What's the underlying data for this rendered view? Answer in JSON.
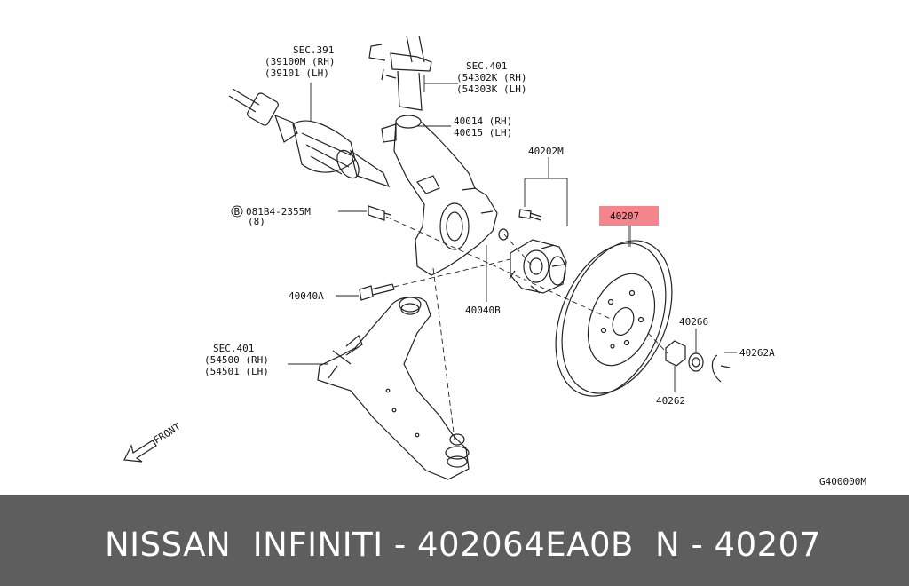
{
  "diagram": {
    "labels": {
      "sec391_title": "SEC.391",
      "sec391_rh": "(39100M (RH)",
      "sec391_lh": "(39101  (LH)",
      "sec401a_title": "SEC.401",
      "sec401a_rh": "(54302K (RH)",
      "sec401a_lh": "(54303K (LH)",
      "p40014": "40014 (RH)",
      "p40015": "40015 (LH)",
      "p40202m": "40202M",
      "bolt_code": "081B4-2355M",
      "bolt_qty": "(8)",
      "bolt_mark": "B",
      "p40207": "40207",
      "p40040a": "40040A",
      "p40040b": "40040B",
      "p40266": "40266",
      "p40262a": "40262A",
      "p40262": "40262",
      "sec401b_title": "SEC.401",
      "sec401b_rh": "(54500 (RH)",
      "sec401b_lh": "(54501 (LH)",
      "front": "FRONT",
      "code": "G400000M"
    },
    "highlight_color": "#f4858a"
  },
  "footer": {
    "brand_part": "NISSAN  INFINITI - 402064EA0B",
    "ref": "N - 40207",
    "background": "#5e5e5e"
  }
}
